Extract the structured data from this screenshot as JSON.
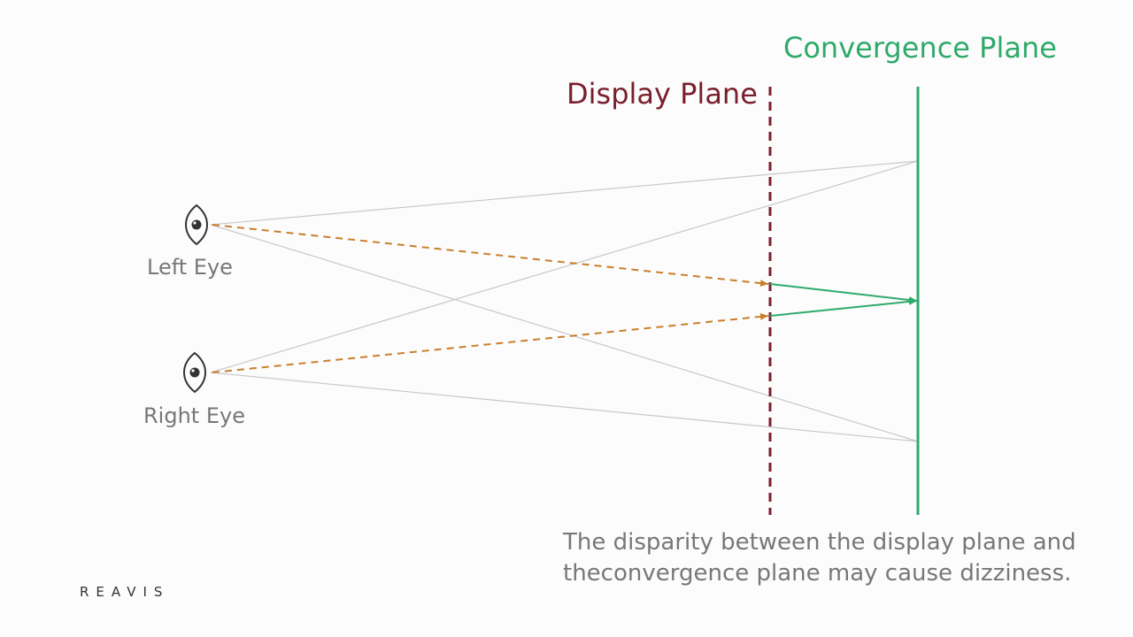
{
  "display_plane": {
    "label": "Display Plane",
    "color": "#7a1e2c"
  },
  "convergence_plane": {
    "label": "Convergence Plane",
    "color": "#2eaa6a"
  },
  "left_eye": {
    "label": "Left Eye",
    "icon": "eye-icon"
  },
  "right_eye": {
    "label": "Right Eye",
    "icon": "eye-icon"
  },
  "colors": {
    "ray_dashed": "#c97f2c",
    "ray_gray": "#c8c8c8",
    "text_gray": "#777777"
  },
  "caption": {
    "line1": "The disparity between the display plane and",
    "line2": "theconvergence plane may cause dizziness."
  },
  "logo": {
    "text": "REAVIS"
  }
}
